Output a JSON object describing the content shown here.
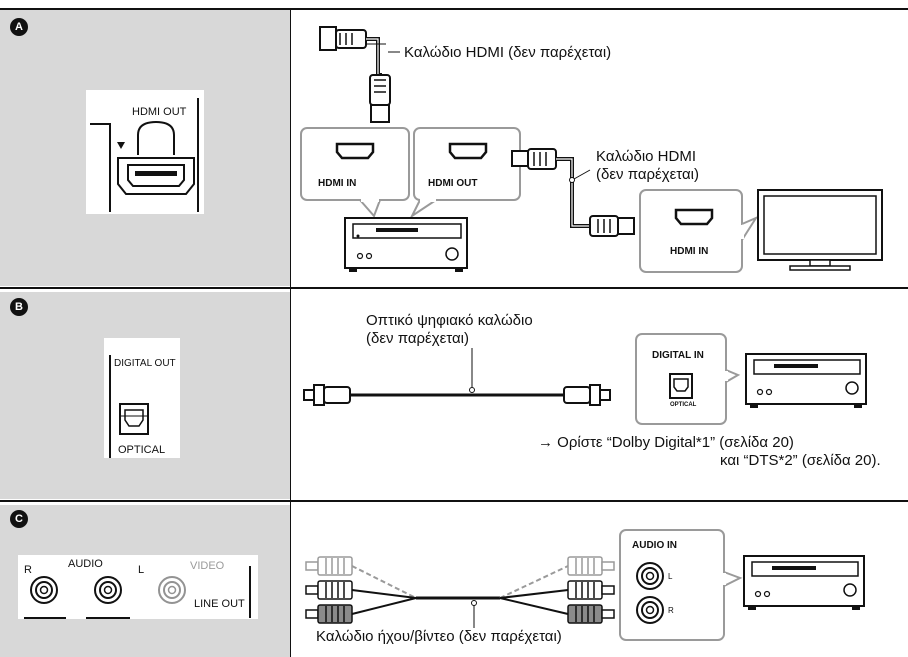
{
  "sections": [
    {
      "badge": "A",
      "panel": {
        "port_label": "HDMI OUT"
      },
      "hdmi_cable_1": "Καλώδιο HDMI (δεν παρέχεται)",
      "receiver_in": "HDMI IN",
      "receiver_out": "HDMI OUT",
      "hdmi_cable_2_line1": "Καλώδιο HDMI",
      "hdmi_cable_2_line2": "(δεν παρέχεται)",
      "tv_in": "HDMI IN"
    },
    {
      "badge": "B",
      "panel": {
        "port_label": "DIGITAL OUT",
        "port_sub": "OPTICAL"
      },
      "cable_line1": "Οπτικό ψηφιακό καλώδιο",
      "cable_line2": "(δεν παρέχεται)",
      "receiver_in": "DIGITAL IN",
      "receiver_sub": "OPTICAL",
      "note_line1": "→ Ορίστε “Dolby Digital*1” (σελίδα 20)",
      "note_line2": "και “DTS*2” (σελίδα 20)."
    },
    {
      "badge": "C",
      "panel": {
        "r": "R",
        "audio": "AUDIO",
        "l": "L",
        "video": "VIDEO",
        "line_out": "LINE OUT"
      },
      "cable_label": "Καλώδιο ήχου/βίντεο (δεν παρέχεται)",
      "receiver_in": "AUDIO IN",
      "l": "L",
      "r": "R"
    }
  ],
  "colors": {
    "panel_bg": "#d8d8d8",
    "line": "#111111",
    "callout_border": "#9a9a9a",
    "faded": "#9a9a9a"
  }
}
